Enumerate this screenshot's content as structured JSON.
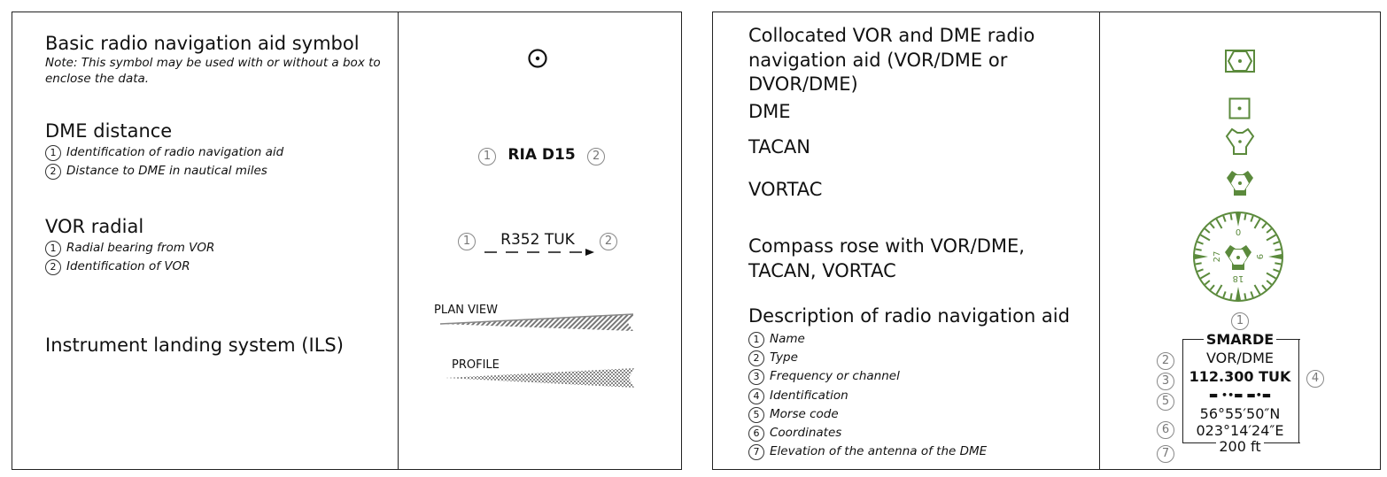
{
  "left": {
    "basic": {
      "title": "Basic radio navigation aid symbol",
      "note1": "Note: This symbol may be used with or without a box to",
      "note2": "enclose the data."
    },
    "dme": {
      "title": "DME distance",
      "items": [
        "Identification of radio navigation aid",
        "Distance to DME in nautical miles"
      ],
      "example": "RIA D15"
    },
    "vor": {
      "title": "VOR radial",
      "items": [
        "Radial bearing from VOR",
        "Identification of VOR"
      ],
      "example": "R352 TUK"
    },
    "ils": {
      "title": "Instrument landing system (ILS)",
      "plan": "PLAN VIEW",
      "profile": "PROFILE"
    }
  },
  "right": {
    "collocated": [
      "Collocated VOR and DME radio",
      "navigation aid (VOR/DME or",
      "DVOR/DME)"
    ],
    "dme": "DME",
    "tacan": "TACAN",
    "vortac": "VORTAC",
    "compass": [
      "Compass rose with VOR/DME,",
      "TACAN, VORTAC"
    ],
    "compass_labels": [
      "0",
      "9",
      "18",
      "27"
    ],
    "description": {
      "title": "Description of radio navigation aid",
      "items": [
        "Name",
        "Type",
        "Frequency or channel",
        "Identification",
        "Morse code",
        "Coordinates",
        "Elevation of the antenna of the DME"
      ]
    },
    "example": {
      "name": "SMARDE",
      "type": "VOR/DME",
      "freq": "112.300 TUK",
      "morse": "▬  ••▬  ▬•▬",
      "lat": "56°55′50″N",
      "lon": "023°14′24″E",
      "elev": "200 ft"
    }
  },
  "numbers": [
    "1",
    "2",
    "3",
    "4",
    "5",
    "6",
    "7"
  ],
  "colors": {
    "symbol_green": "#5b8a3c"
  }
}
